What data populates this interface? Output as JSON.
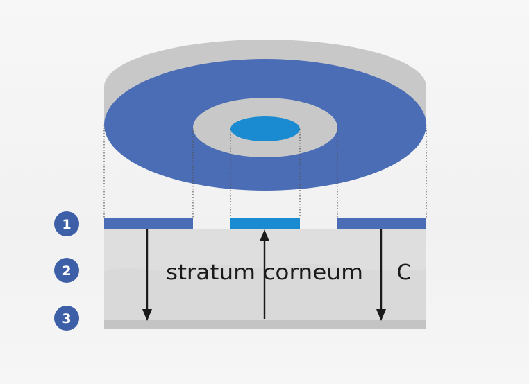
{
  "diagram": {
    "label_text": "stratum corneum",
    "label_letter": "C",
    "badges": [
      "1",
      "2",
      "3"
    ],
    "colors": {
      "disk_top": "#4a6db5",
      "disk_side": "#c8c8c8",
      "inner_ring": "#c8c8c8",
      "center": "#1a8bd0",
      "strip_outer": "#4a6db5",
      "strip_center": "#1a8bd0",
      "skin": "#dedede",
      "base_bar": "#c4c4c4",
      "badge": "#3d5fa8",
      "arrow": "#1a1a1a",
      "guide": "#555555"
    }
  }
}
